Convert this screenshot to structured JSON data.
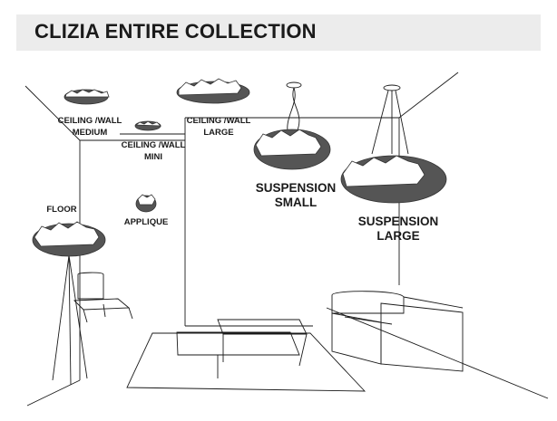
{
  "header": {
    "title": "CLIZIA ENTIRE COLLECTION"
  },
  "labels": {
    "ceiling_wall_medium": [
      "CEILING /WALL",
      "MEDIUM"
    ],
    "ceiling_wall_mini": [
      "CEILING /WALL",
      "MINI"
    ],
    "ceiling_wall_large": [
      "CEILING /WALL",
      "LARGE"
    ],
    "suspension_small": [
      "SUSPENSION",
      "SMALL"
    ],
    "suspension_large": [
      "SUSPENSION",
      "LARGE"
    ],
    "floor": "FLOOR",
    "applique": "APPLIQUE"
  },
  "colors": {
    "banner": "#ececec",
    "line": "#1a1a1a",
    "lamp_shade": "#444444"
  }
}
